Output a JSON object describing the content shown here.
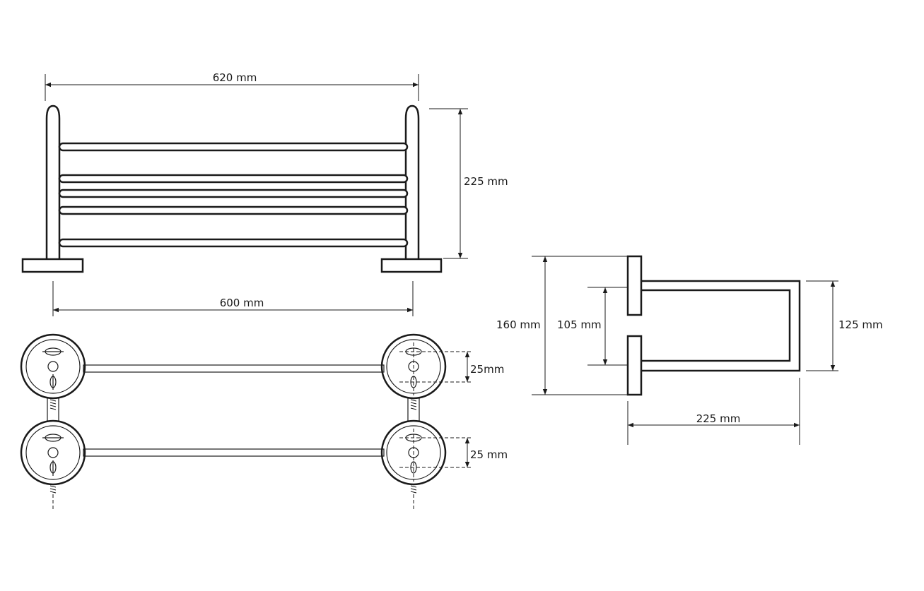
{
  "dimensions": {
    "front_width": "620 mm",
    "front_height": "225 mm",
    "plan_spacing": "600 mm",
    "plan_hole_1": "25mm",
    "plan_hole_2": "25 mm",
    "side_total": "160 mm",
    "side_gap": "105 mm",
    "side_bracket": "125 mm",
    "side_depth": "225 mm"
  }
}
